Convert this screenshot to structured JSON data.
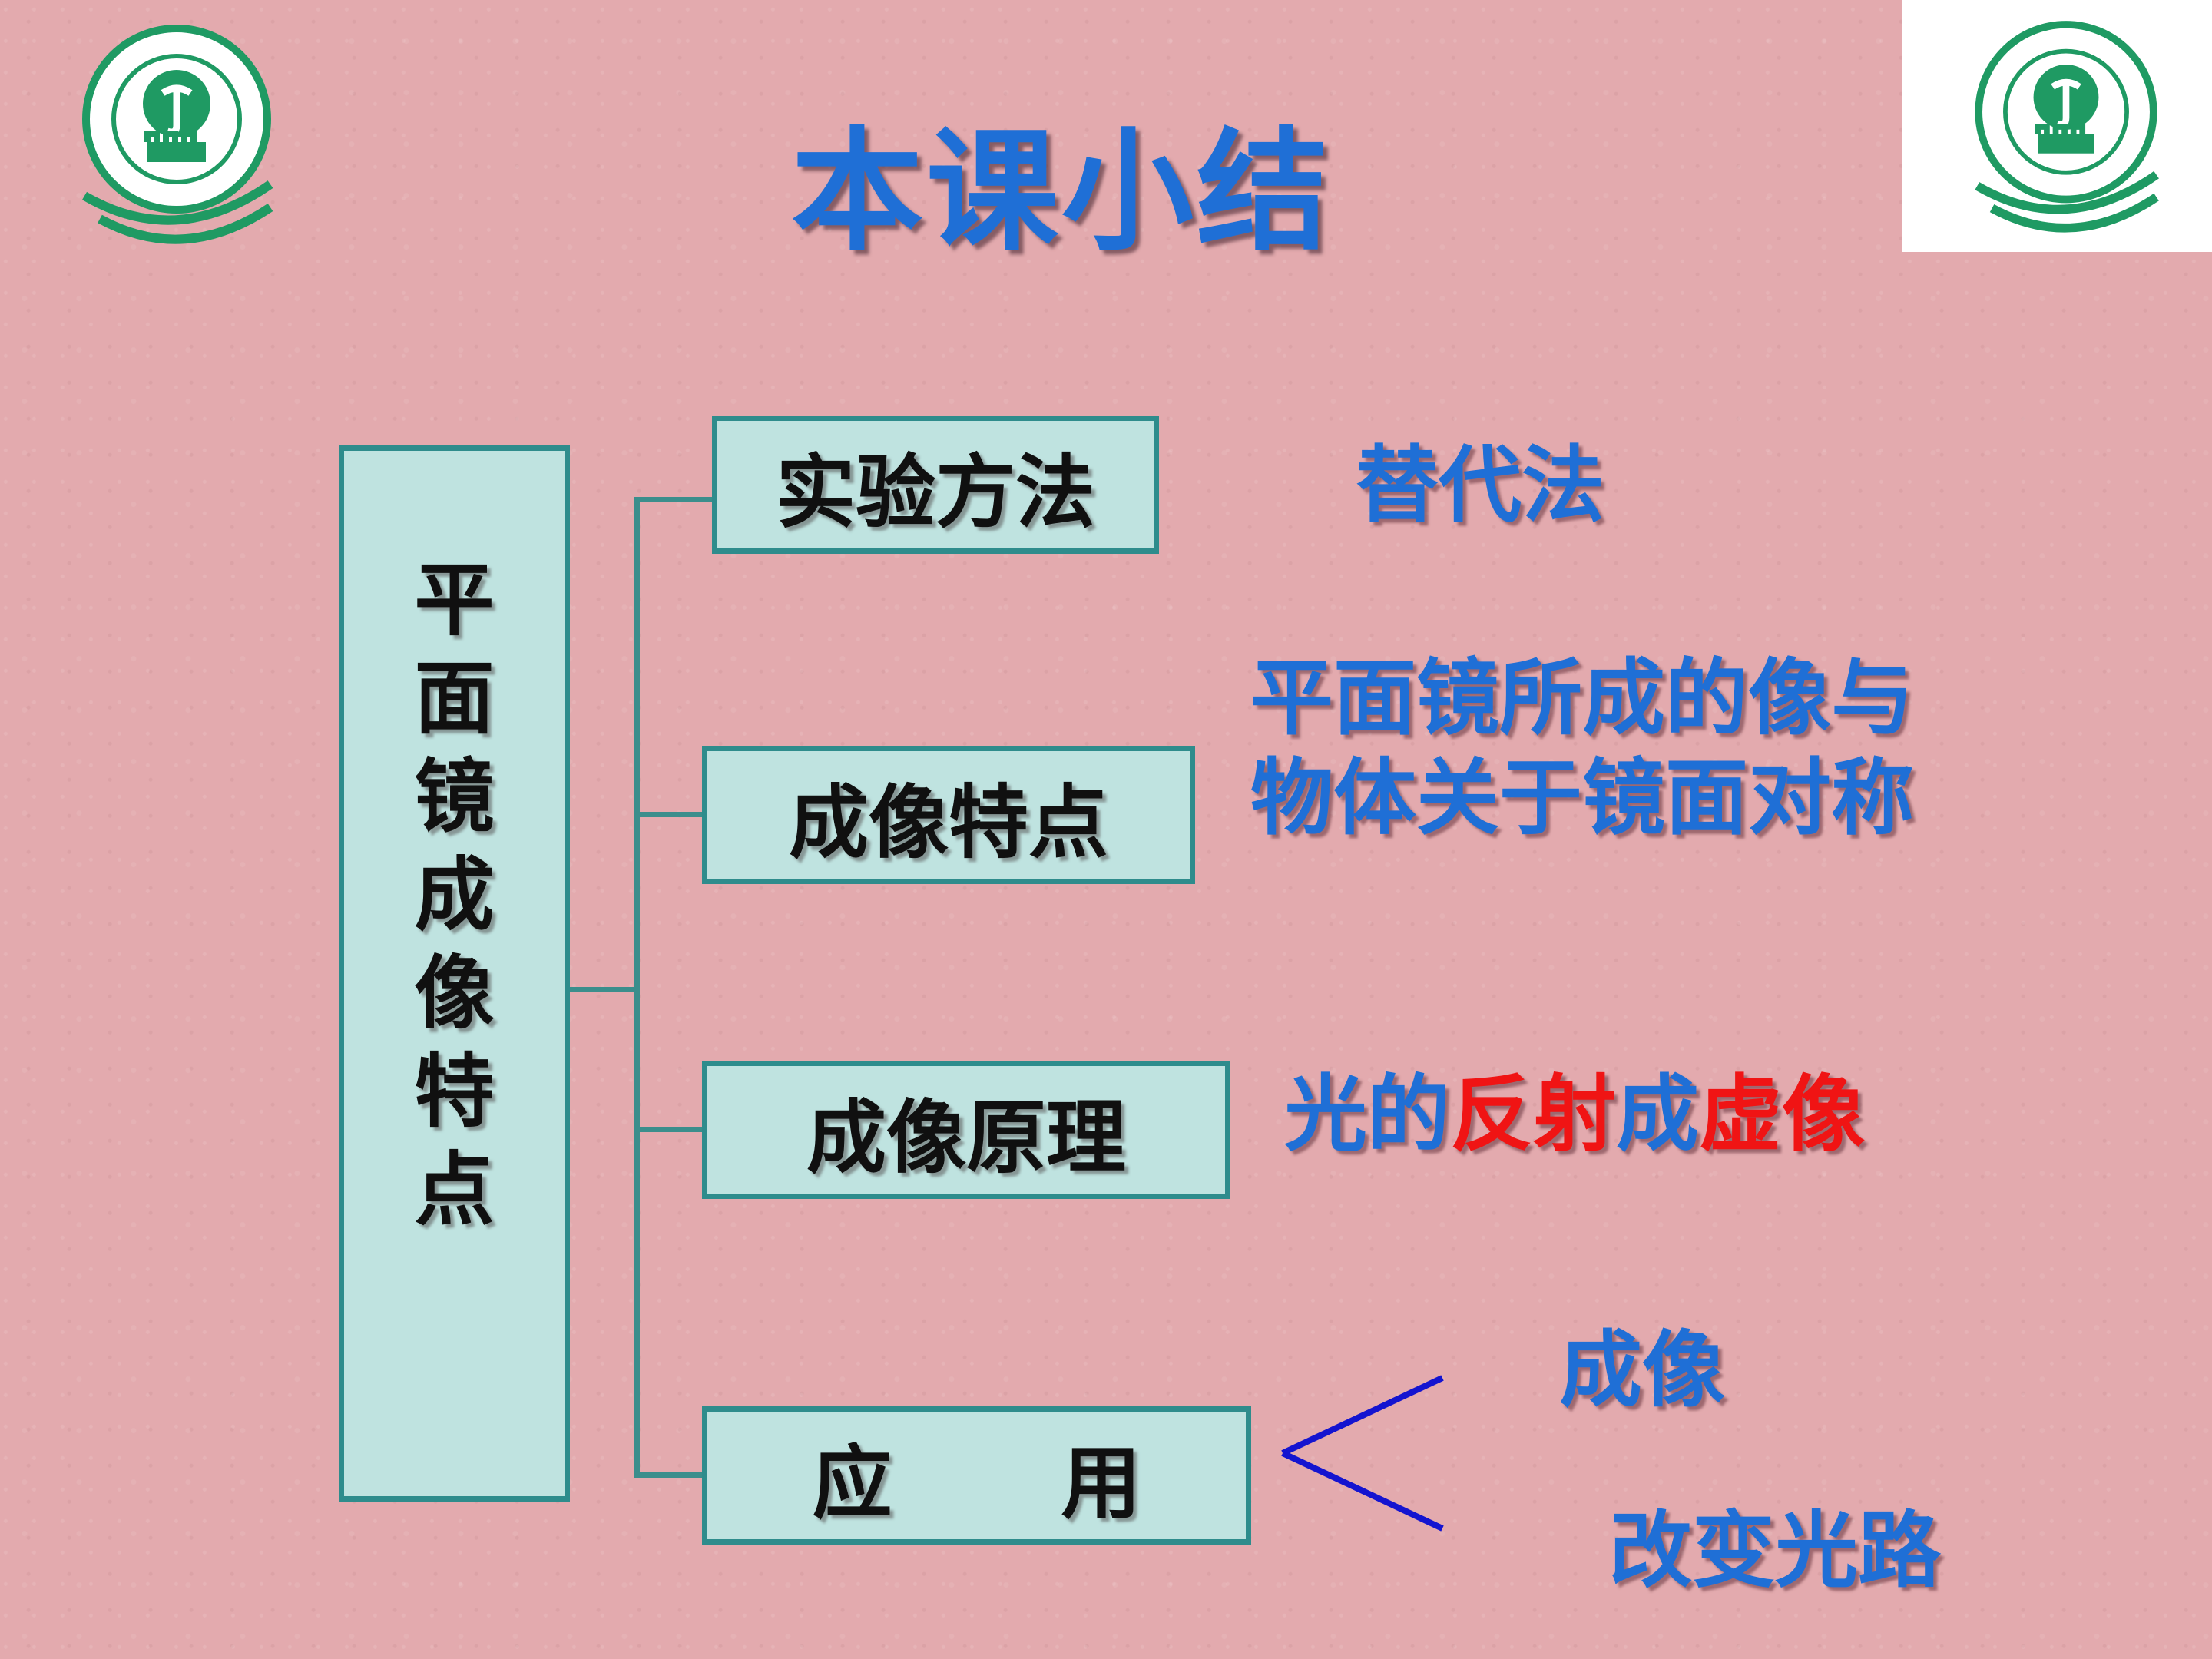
{
  "title": "本课小结",
  "main_topic": "平面镜成像特点",
  "branches": {
    "method": "实验方法",
    "features": "成像特点",
    "principle": "成像原理",
    "application_a": "应",
    "application_b": "用"
  },
  "answers": {
    "method": "替代法",
    "features_line1": "平面镜所成的像与",
    "features_line2": "物体关于镜面对称",
    "principle_parts": [
      "光的",
      "反射",
      "成",
      "虚像"
    ],
    "application_1": "成像",
    "application_2": "改变光路"
  },
  "colors": {
    "background": "#e3aaae",
    "title": "#1f6fd6",
    "box_fill": "#bfe3e0",
    "box_border": "#2e8c8c",
    "answer_text": "#1f6fd6",
    "highlight": "#f01414",
    "logo_green": "#1f9a63"
  },
  "logos": [
    "school-emblem-icon",
    "school-emblem-icon"
  ]
}
